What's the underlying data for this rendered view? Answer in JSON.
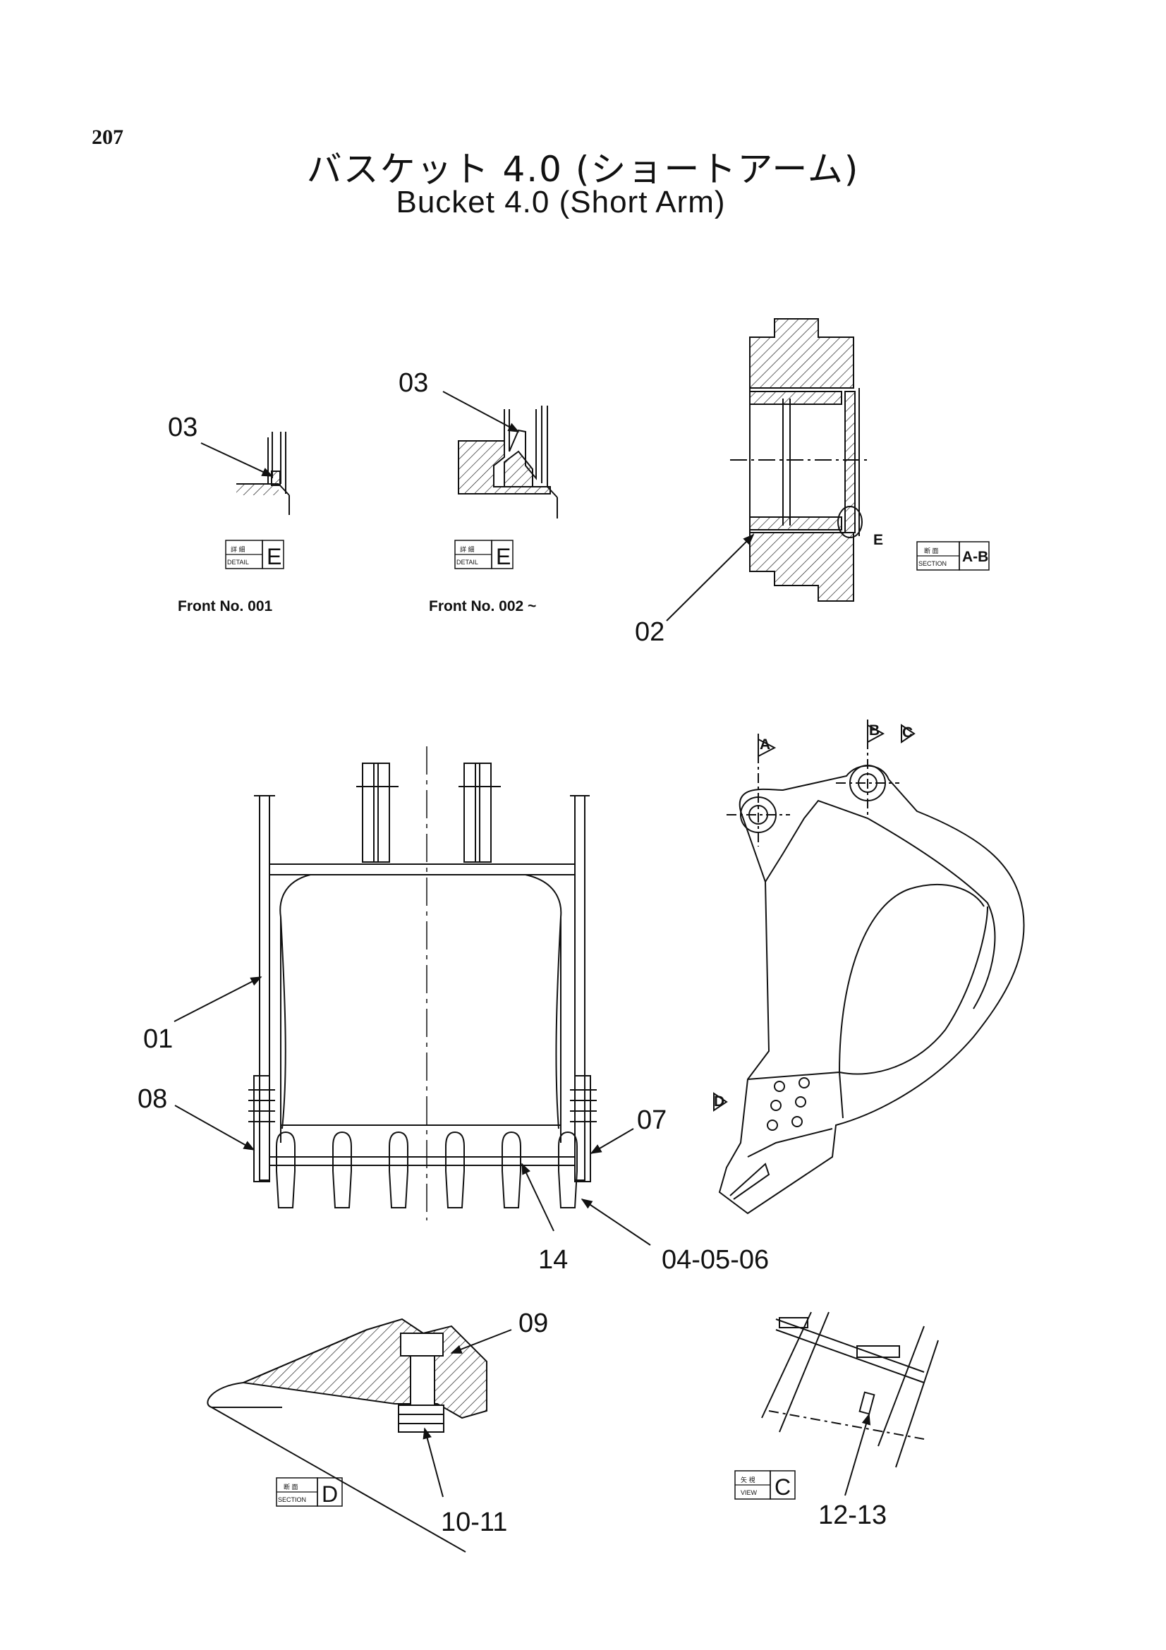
{
  "page_number": "207",
  "title_jp": "バスケット 4.0 (ショートアーム)",
  "title_en": "Bucket 4.0 (Short Arm)",
  "part_labels": {
    "p03_a": "03",
    "p03_b": "03",
    "p02": "02",
    "p01": "01",
    "p08": "08",
    "p07": "07",
    "p14": "14",
    "p04_05_06": "04-05-06",
    "p09": "09",
    "p10_11": "10-11",
    "p12_13": "12-13"
  },
  "views": {
    "detail_e_1": {
      "kanji": "詳 細",
      "word": "DETAIL",
      "letter": "E",
      "caption": "Front No. 001"
    },
    "detail_e_2": {
      "kanji": "詳 細",
      "word": "DETAIL",
      "letter": "E",
      "caption": "Front No. 002 ~"
    },
    "section_ab": {
      "kanji": "断 面",
      "word": "SECTION",
      "letter": "A-B"
    },
    "section_d": {
      "kanji": "断 面",
      "word": "SECTION",
      "letter": "D"
    },
    "view_c": {
      "kanji": "矢 視",
      "word": "VIEW",
      "letter": "C"
    }
  },
  "markers": {
    "e_callout": "E",
    "a": "A",
    "b": "B",
    "c": "C",
    "d": "D"
  }
}
